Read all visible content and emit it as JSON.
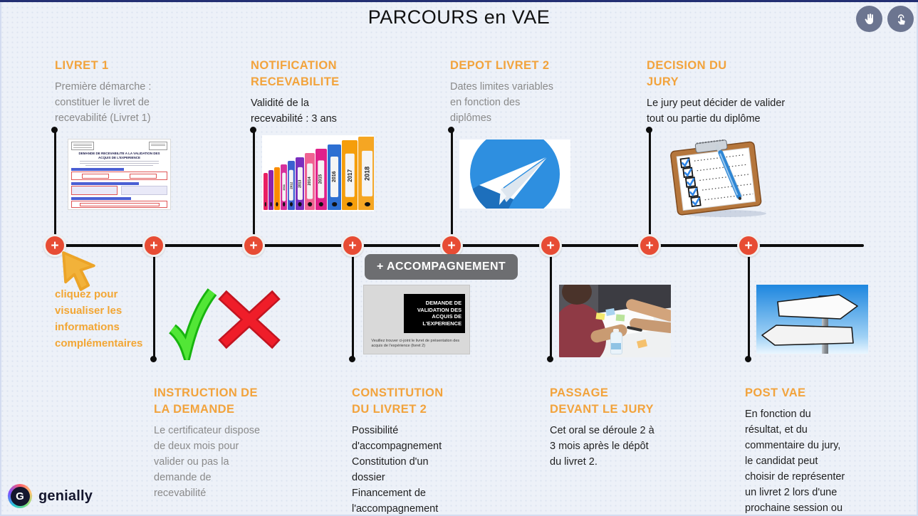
{
  "title": "PARCOURS en VAE",
  "hint": "cliquez pour\nvisualiser les\ninformations\ncomplémentaires",
  "accompagnement_label": "+ ACCOMPAGNEMENT",
  "plus_label": "+",
  "brand": "genially",
  "steps": {
    "livret1": {
      "title": "LIVRET 1",
      "body": "Première démarche :\nconstituer le livret de\nrecevabilité (Livret 1)"
    },
    "notification": {
      "title": "NOTIFICATION\nRECEVABILITE",
      "body": "Validité de la\nrecevabilité : 3 ans"
    },
    "depot": {
      "title": "DEPOT LIVRET 2",
      "body": "Dates limites variables\nen fonction des\ndiplômes"
    },
    "decision": {
      "title": "DECISION DU\nJURY",
      "body": "Le jury peut décider de valider\ntout ou partie du diplôme"
    },
    "instruction": {
      "title": "INSTRUCTION DE\nLA DEMANDE",
      "body": "Le certificateur dispose\nde deux mois pour\nvalider ou pas la\ndemande de\nrecevabilité"
    },
    "constitution": {
      "title": "CONSTITUTION\nDU LIVRET 2",
      "body": "Possibilité\nd'accompagnement\nConstitution d'un\ndossier\nFinancement de\nl'accompagnement"
    },
    "passage": {
      "title": "PASSAGE\nDEVANT LE JURY",
      "body": "Cet oral se déroule 2 à\n3 mois après le dépôt\ndu livret 2."
    },
    "postvae": {
      "title": "POST VAE",
      "body": "En fonction du\nrésultat, et du\ncommentaire du jury,\nle candidat peut\nchoisir de représenter\nun livret 2 lors d'une\nprochaine session ou"
    }
  },
  "binder_years": [
    "2011",
    "2012",
    "2013",
    "2014",
    "2015",
    "2016",
    "2017",
    "2018"
  ],
  "livret1_form": {
    "title": "DEMANDE DE RECEVABILITE A LA VALIDATION DES ACQUIS DE L'EXPERIENCE"
  },
  "demande_doc": {
    "heading": "DEMANDE DE\nVALIDATION DES\nACQUIS DE\nL'EXPERIENCE",
    "caption": "Veuillez trouver ci-joint le livret de présentation des\nacquis de l'expérience (livret 2)"
  },
  "colors": {
    "accent_orange": "#F2A33C",
    "marker_red": "#E74C34",
    "hint_yellow": "#F2A634",
    "button_gray": "#6D6E71",
    "background": "#EDF1F8"
  }
}
